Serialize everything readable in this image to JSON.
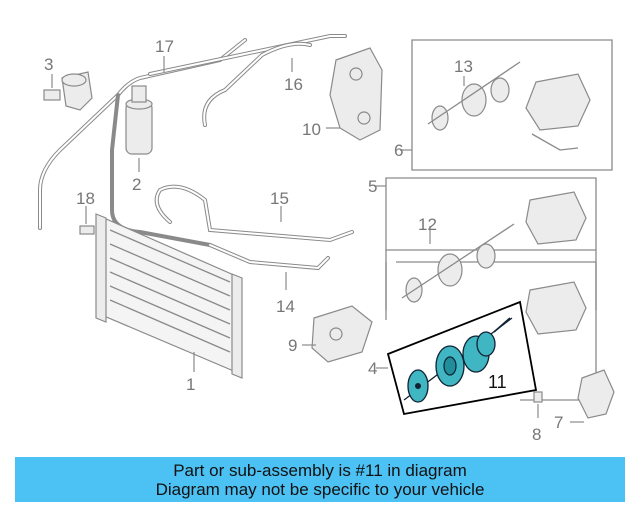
{
  "diagram": {
    "labels": {
      "l1": "1",
      "l2": "2",
      "l3": "3",
      "l4": "4",
      "l5": "5",
      "l6": "6",
      "l7": "7",
      "l8": "8",
      "l9": "9",
      "l10": "10",
      "l11": "11",
      "l12": "12",
      "l13": "13",
      "l14": "14",
      "l15": "15",
      "l16": "16",
      "l17": "17",
      "l18": "18"
    },
    "highlight_part": "11",
    "highlight_color": "#3fb6c2"
  },
  "banner": {
    "line1": "Part or sub-assembly is #11 in diagram",
    "line2": "Diagram may not be specific to your vehicle",
    "background": "#4cc1f3"
  }
}
